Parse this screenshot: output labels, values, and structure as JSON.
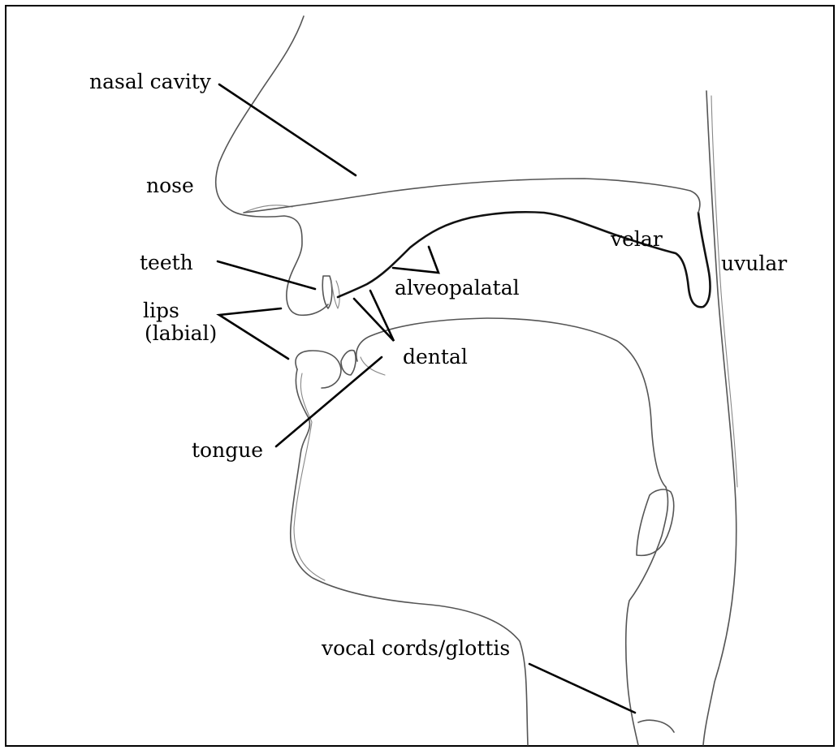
{
  "labels": {
    "nasal_cavity": "nasal cavity",
    "nose": "nose",
    "teeth": "teeth",
    "lips": "lips",
    "labial": "(labial)",
    "alveopalatal": "alveopalatal",
    "velar": "velar",
    "uvular": "uvular",
    "dental": "dental",
    "tongue": "tongue",
    "glottis": "vocal cords/glottis"
  }
}
